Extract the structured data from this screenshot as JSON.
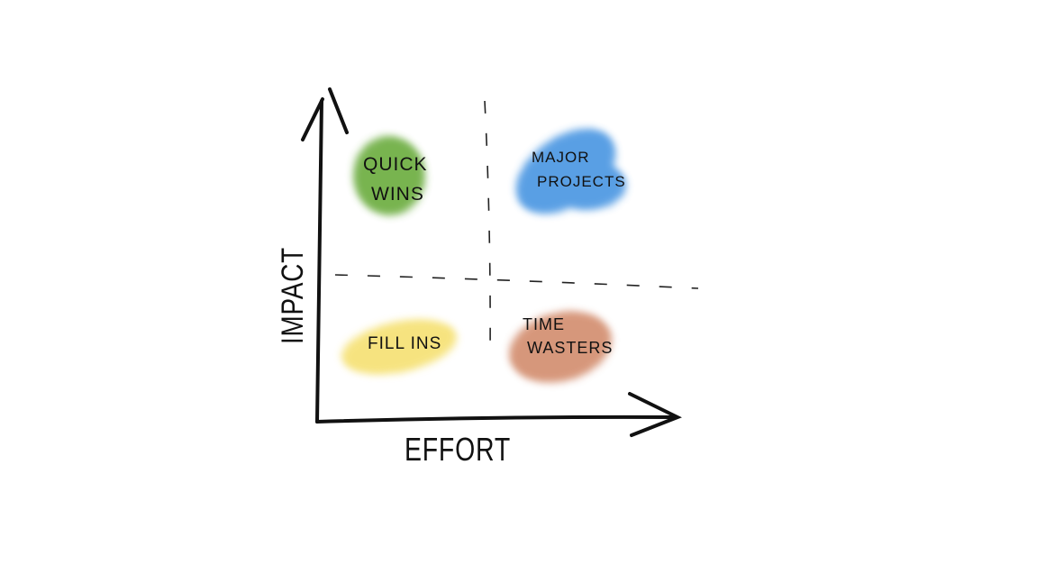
{
  "diagram": {
    "y_axis_label": "IMPACT",
    "x_axis_label": "EFFORT",
    "quadrants": [
      {
        "id": "top-left",
        "line1": "QUICK",
        "line2": "WINS",
        "color": "#6aac3e"
      },
      {
        "id": "top-right",
        "line1": "MAJOR",
        "line2": "PROJECTS",
        "color": "#3d8fe0"
      },
      {
        "id": "bottom-left",
        "line1": "FILL INS",
        "line2": "",
        "color": "#f3d84a"
      },
      {
        "id": "bottom-right",
        "line1": "TIME",
        "line2": "WASTERS",
        "color": "#c9754f"
      }
    ]
  }
}
